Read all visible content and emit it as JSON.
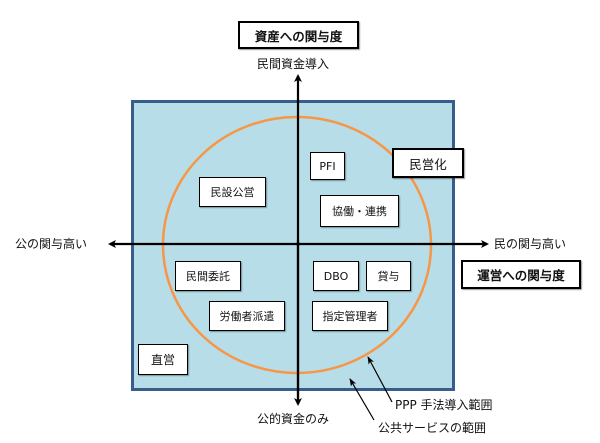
{
  "title_top": "資産への関与度",
  "title_right": "運営への関与度",
  "axis": {
    "top": "民間資金導入",
    "bottom": "公的資金のみ",
    "left": "公の関与高い",
    "right": "民の関与高い"
  },
  "boxes": {
    "pfi": "PFI",
    "privatization": "民営化",
    "private_build_public_operate": "民設公営",
    "collaboration": "協働・連携",
    "private_outsourcing": "民間委託",
    "dbo": "DBO",
    "lending": "貸与",
    "worker_dispatch": "労働者派遣",
    "designated_manager": "指定管理者",
    "direct_management": "直営"
  },
  "annotations": {
    "ppp_range": "PPP 手法導入範囲",
    "public_service_range": "公共サービスの範囲"
  },
  "colors": {
    "panel_fill": "#b7dde8",
    "panel_border": "#385d8a",
    "circle_stroke": "#f79646"
  }
}
